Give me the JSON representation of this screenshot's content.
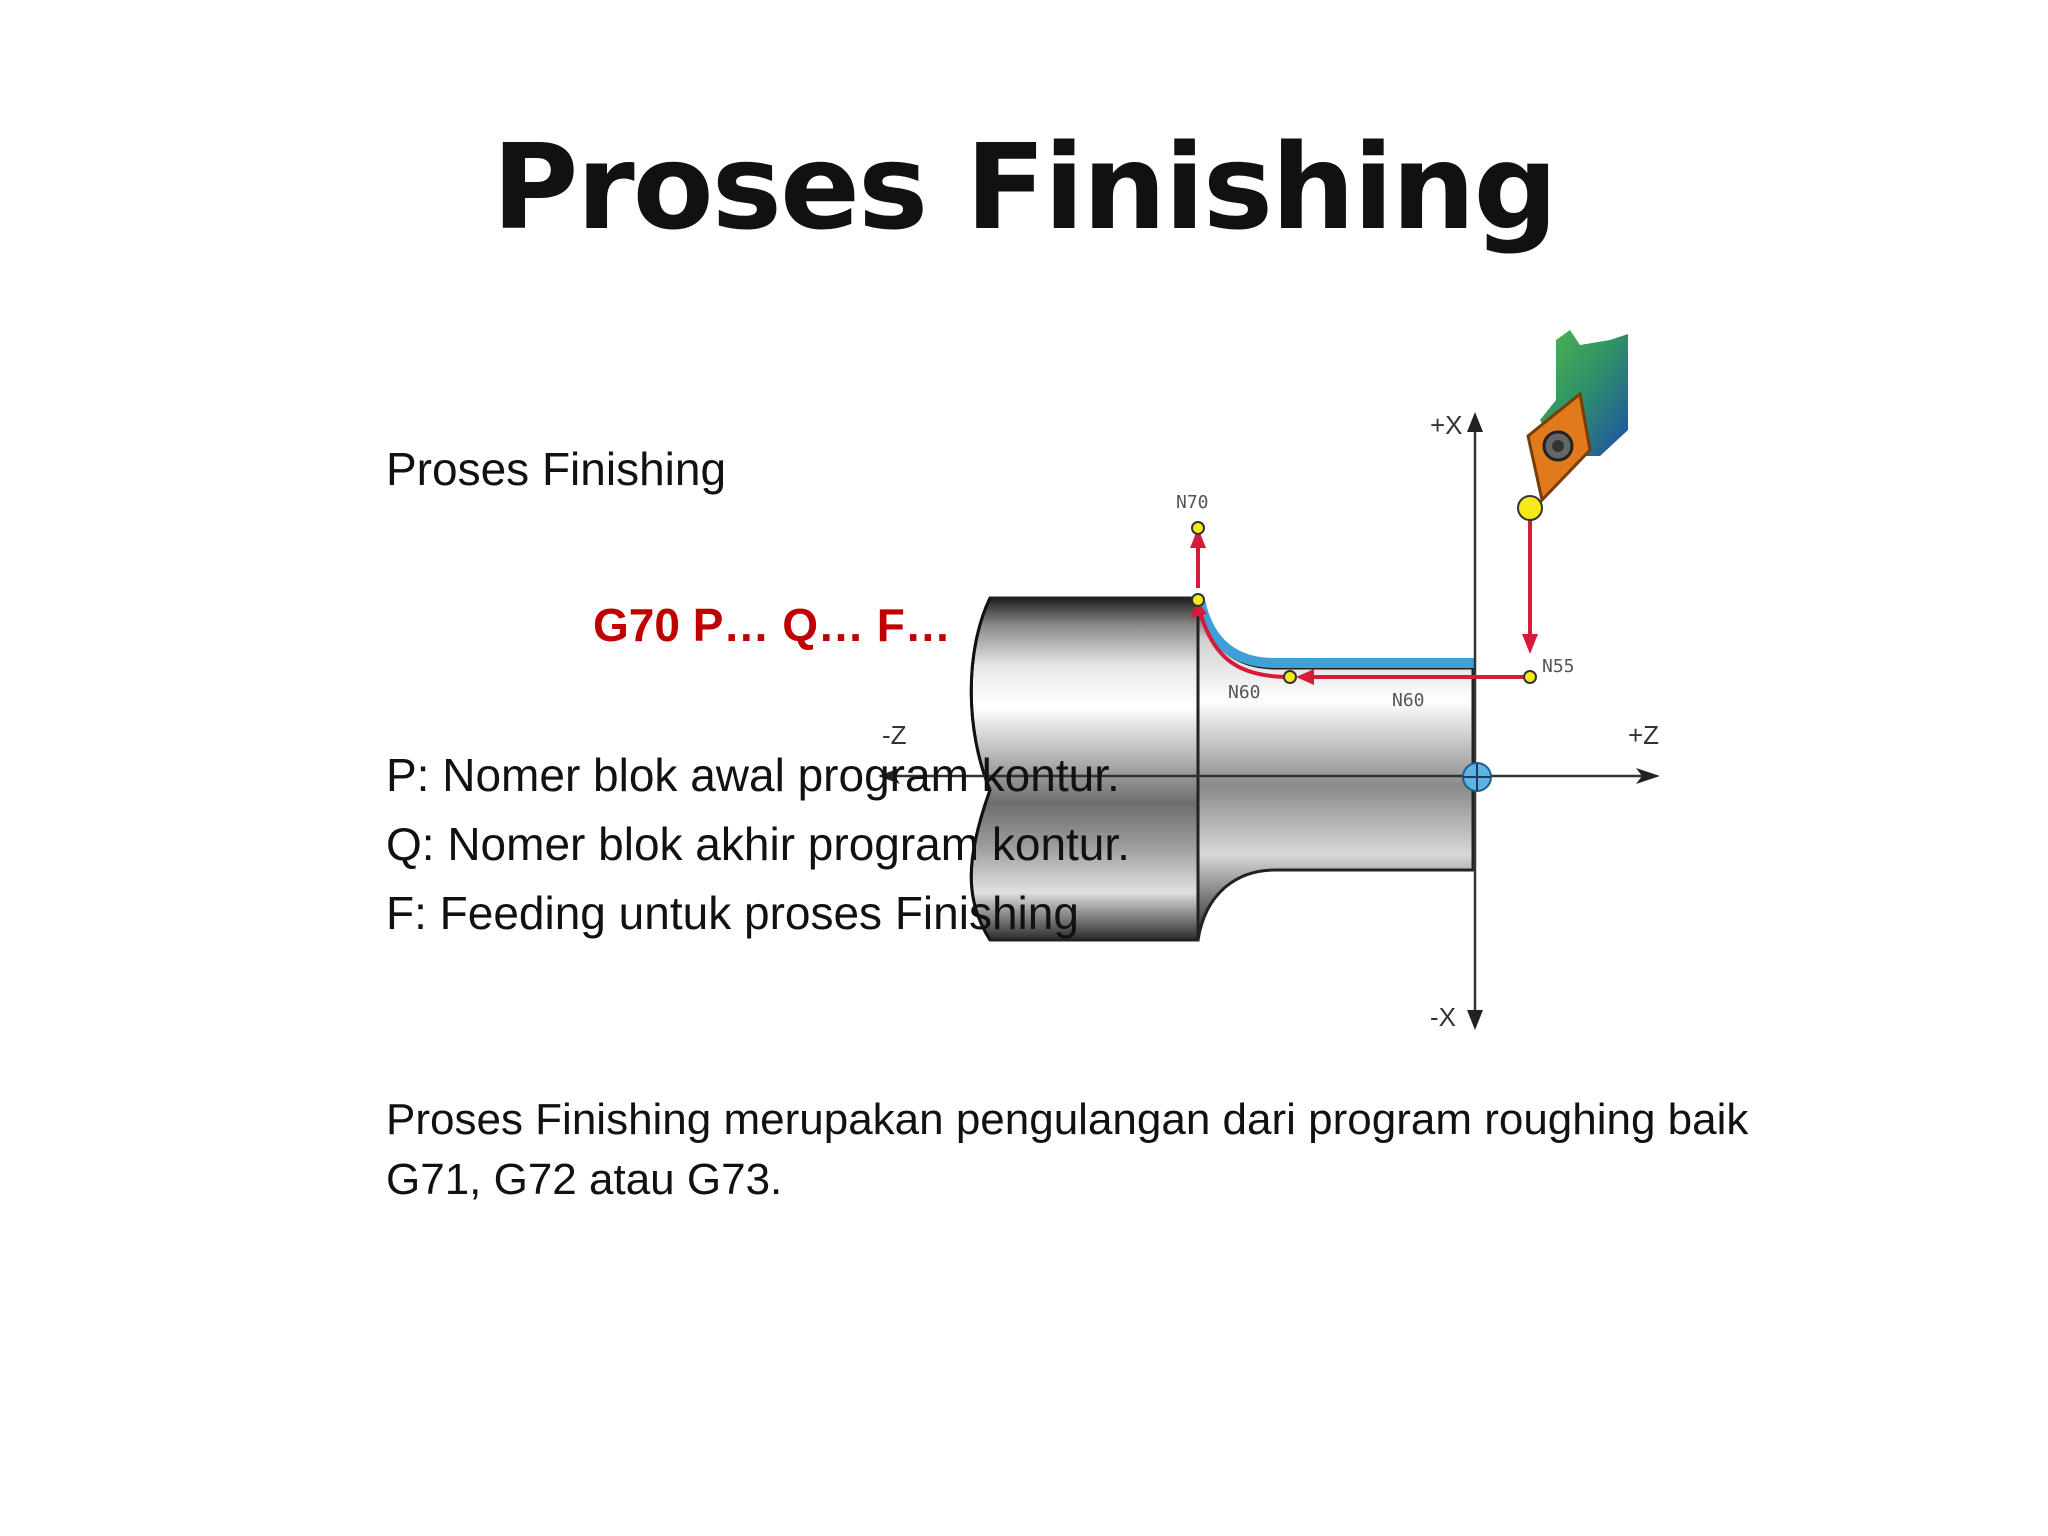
{
  "slide": {
    "title": "Proses Finishing",
    "subtitle": "Proses Finishing",
    "command": "G70 P… Q… F…",
    "definitions": [
      "P: Nomer blok awal program kontur.",
      "Q: Nomer blok akhir program kontur.",
      "F: Feeding untuk proses Finishing"
    ],
    "description": "Proses Finishing merupakan pengulangan dari program roughing baik G71, G72 atau G73."
  },
  "diagram": {
    "axis_labels": {
      "plus_x": "+X",
      "minus_x": "-X",
      "plus_z": "+Z",
      "minus_z": "-Z"
    },
    "block_labels": {
      "n70": "N70",
      "n55": "N55",
      "n60_a": "N60",
      "n60_b": "N60"
    },
    "colors": {
      "path": "#d7193a",
      "contour": "#3fa0d8",
      "point": "#f4ea1a",
      "tool_insert": "#e07a1c"
    }
  }
}
